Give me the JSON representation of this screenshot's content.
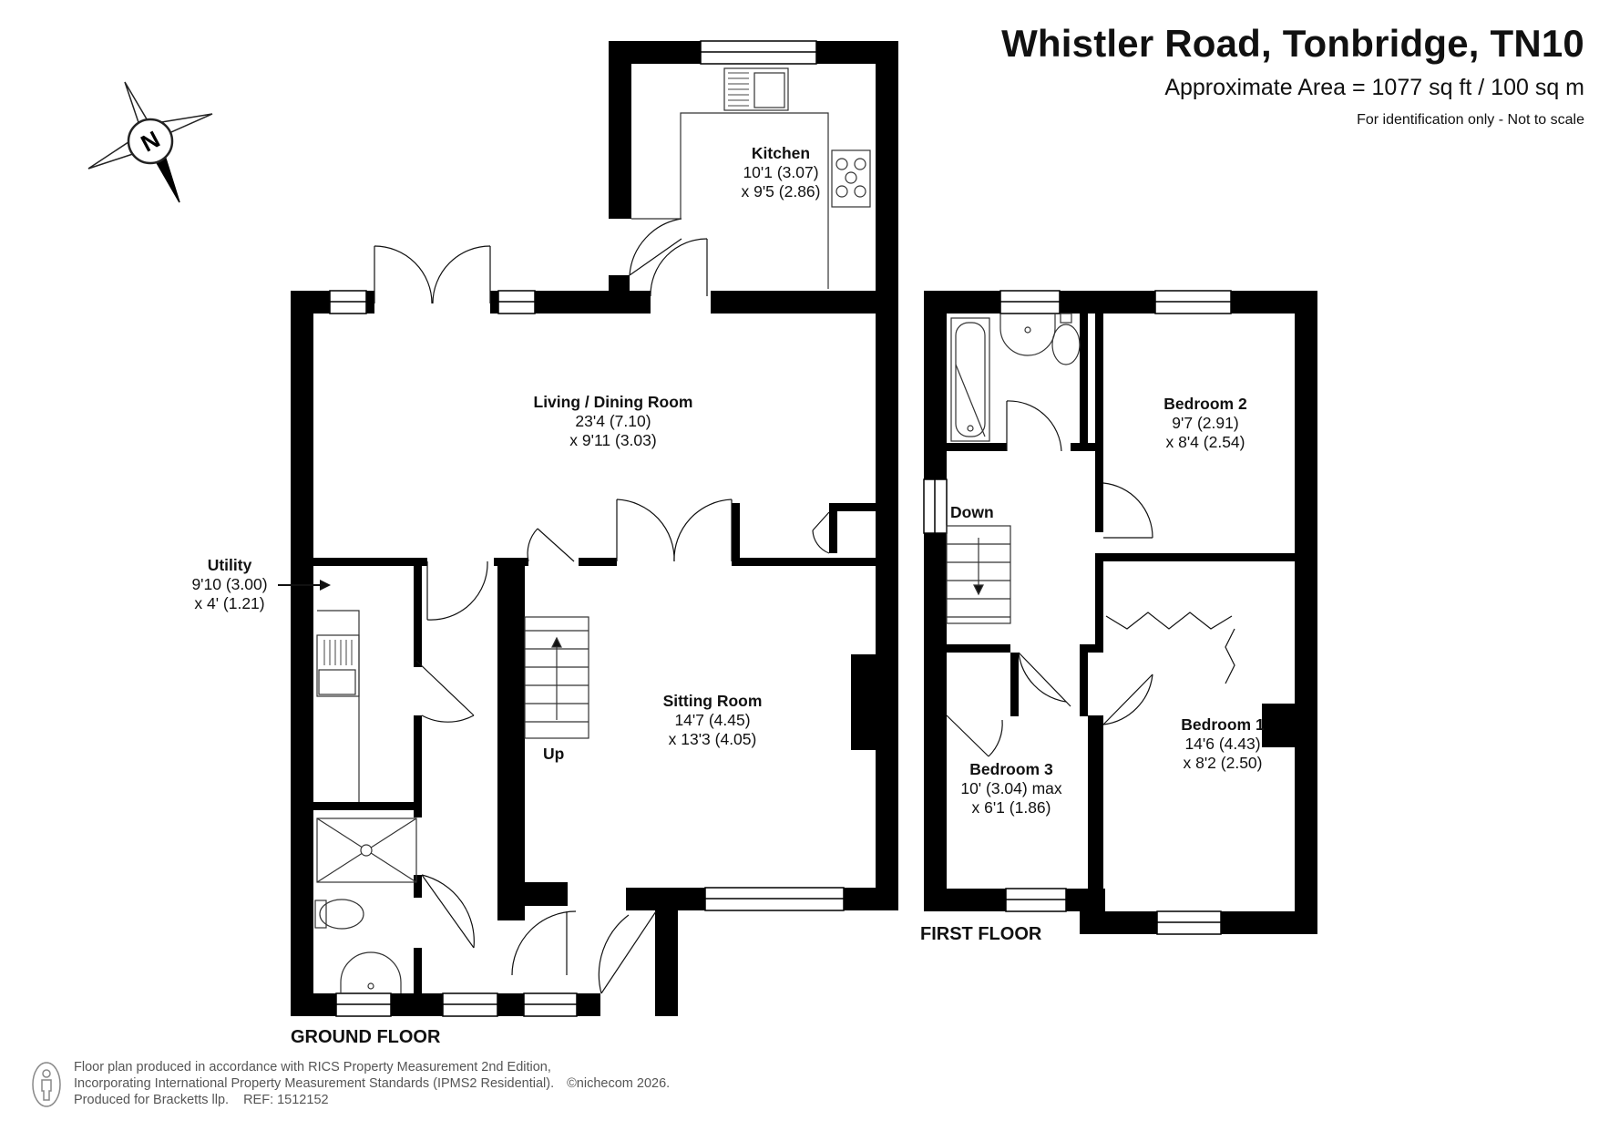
{
  "header": {
    "title": "Whistler Road, Tonbridge, TN10",
    "area": "Approximate Area = 1077 sq ft / 100 sq m",
    "note": "For identification only - Not to scale"
  },
  "compass": {
    "letter": "N",
    "icon": "north-compass-icon"
  },
  "floors": {
    "ground": "GROUND FLOOR",
    "first": "FIRST FLOOR"
  },
  "rooms": {
    "kitchen": {
      "name": "Kitchen",
      "dim1": "10'1 (3.07)",
      "dim2": "x 9'5 (2.86)"
    },
    "living": {
      "name": "Living / Dining Room",
      "dim1": "23'4 (7.10)",
      "dim2": "x 9'11 (3.03)"
    },
    "utility": {
      "name": "Utility",
      "dim1": "9'10 (3.00)",
      "dim2": "x 4' (1.21)"
    },
    "sitting": {
      "name": "Sitting Room",
      "dim1": "14'7 (4.45)",
      "dim2": "x 13'3 (4.05)"
    },
    "bedroom2": {
      "name": "Bedroom 2",
      "dim1": "9'7 (2.91)",
      "dim2": "x 8'4 (2.54)"
    },
    "bedroom1": {
      "name": "Bedroom 1",
      "dim1": "14'6 (4.43)",
      "dim2": "x 8'2 (2.50)"
    },
    "bedroom3": {
      "name": "Bedroom 3",
      "dim1": "10' (3.04) max",
      "dim2": "x 6'1 (1.86)"
    }
  },
  "stairs": {
    "up": "Up",
    "down": "Down"
  },
  "footer": {
    "line1": "Floor plan produced in accordance with RICS Property Measurement 2nd Edition,",
    "line2": "Incorporating International Property Measurement Standards (IPMS2 Residential).",
    "copyright": "©nichecom 2026.",
    "line3": "Produced for Bracketts llp.",
    "ref": "REF:  1512152"
  },
  "colors": {
    "wall": "#000000",
    "text": "#111111",
    "footer": "#555555",
    "fixture": "#333333"
  }
}
